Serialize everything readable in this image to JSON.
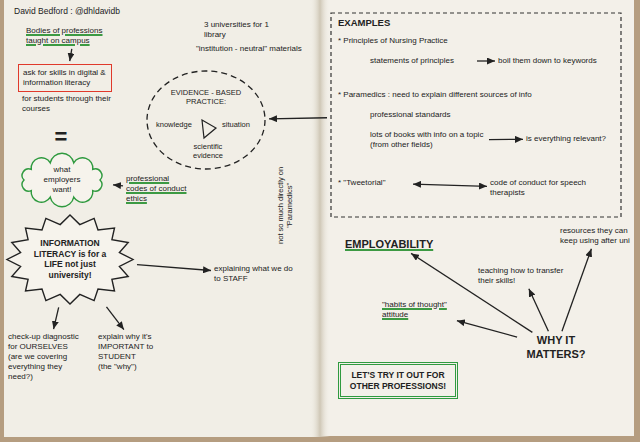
{
  "diagram": {
    "nodes": [
      {
        "text": [
          "Bodies of professions taught on campus"
        ]
      },
      {
        "text": [
          "ask for skills in digital & information literacy",
          "for students through their courses"
        ]
      },
      {
        "text": [
          "what employers want!"
        ]
      },
      {
        "text": [
          "professional codes of conduct ethics"
        ]
      },
      {
        "text": [
          "EVIDENCE - BASED PRACTICE:",
          "knowledge",
          "situation",
          "scientific evidence"
        ]
      },
      {
        "text": [
          "INFORMATION LITERACY is for a LIFE not just university!"
        ]
      },
      {
        "text": [
          "explaining what we do to STAFF"
        ]
      },
      {
        "text": [
          "check-up diagnostic for OURSELVES",
          "(are we covering everything they need?)"
        ]
      },
      {
        "text": [
          "explain why it's IMPORTANT to STUDENT",
          "(the \"why\")"
        ]
      },
      {
        "text": [
          "EXAMPLES",
          "* Principles of Nursing Practice",
          "* Paramedics : need to explain different sources of info",
          "professional standards"
        ]
      },
      {
        "text": [
          "statements of principles"
        ],
        "in": 9
      },
      {
        "text": [
          "boil them down to keywords"
        ],
        "in": 9
      },
      {
        "text": [
          "lots of books with info on a topic",
          "(from other fields)"
        ],
        "in": 9
      },
      {
        "text": [
          "is everything relevant?"
        ],
        "in": 9
      },
      {
        "text": [
          "* \"Tweetorial\""
        ],
        "in": 9
      },
      {
        "text": [
          "code of conduct for speech therapists"
        ],
        "in": 9
      },
      {
        "text": [
          "EMPLOYABILITY"
        ]
      },
      {
        "text": [
          "resources they can keep using after uni"
        ]
      },
      {
        "text": [
          "teaching how to transfer their skills!"
        ]
      },
      {
        "text": [
          "\"habits of thought\" attitude"
        ]
      },
      {
        "text": [
          "WHY IT MATTERS?"
        ]
      },
      {
        "text": [
          "LET'S TRY IT OUT FOR OTHER PROFESSIONS!"
        ]
      }
    ],
    "edges": [
      {
        "from": 0,
        "to": 1,
        "arrow": "to"
      },
      {
        "from": 3,
        "to": 2,
        "arrow": "to"
      },
      {
        "from": 9,
        "to": 4,
        "arrow": "to"
      },
      {
        "from": 5,
        "to": 6,
        "arrow": "to"
      },
      {
        "from": 5,
        "to": 7,
        "arrow": "to"
      },
      {
        "from": 5,
        "to": 8,
        "arrow": "to"
      },
      {
        "from": 10,
        "to": 11,
        "arrow": "to"
      },
      {
        "from": 12,
        "to": 13,
        "arrow": "to"
      },
      {
        "from": 14,
        "to": 15,
        "arrow": "both"
      },
      {
        "from": 20,
        "to": 16,
        "arrow": "to"
      },
      {
        "from": 20,
        "to": 17,
        "arrow": "to"
      },
      {
        "from": 20,
        "to": 18,
        "arrow": "to"
      },
      {
        "from": 20,
        "to": 19,
        "arrow": "to"
      }
    ],
    "labels": [
      "David Bedford : @dhldavidb",
      "=",
      "3 universities for 1 library",
      "\"institution - neutral\" materials",
      "not so much directly on \"Paramedics\""
    ]
  }
}
